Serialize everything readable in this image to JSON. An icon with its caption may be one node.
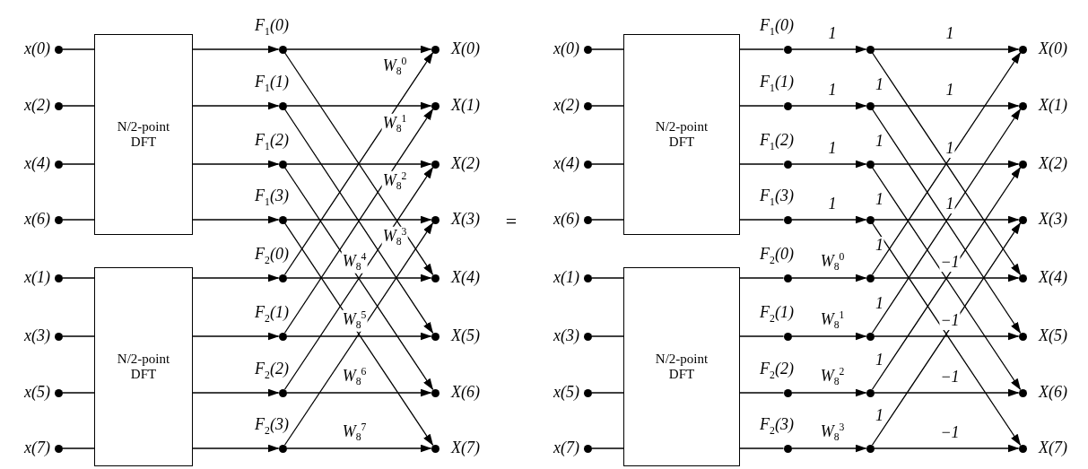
{
  "diagram": {
    "nodes": [
      {
        "text": [
          "x(0)"
        ]
      },
      {
        "text": [
          "x(2)"
        ]
      },
      {
        "text": [
          "x(4)"
        ]
      },
      {
        "text": [
          "x(6)"
        ]
      },
      {
        "text": [
          "x(1)"
        ]
      },
      {
        "text": [
          "x(3)"
        ]
      },
      {
        "text": [
          "x(5)"
        ]
      },
      {
        "text": [
          "x(7)"
        ]
      },
      {
        "text": [
          "N/2-point DFT"
        ]
      },
      {
        "text": [
          "N/2-point DFT"
        ]
      },
      {
        "text": [
          "F$_{1}$(0)"
        ]
      },
      {
        "text": [
          "F$_{1}$(1)"
        ]
      },
      {
        "text": [
          "F$_{1}$(2)"
        ]
      },
      {
        "text": [
          "F$_{1}$(3)"
        ]
      },
      {
        "text": [
          "F$_{2}$(0)"
        ]
      },
      {
        "text": [
          "F$_{2}$(1)"
        ]
      },
      {
        "text": [
          "F$_{2}$(2)"
        ]
      },
      {
        "text": [
          "F$_{2}$(3)"
        ]
      },
      {
        "text": [
          "X(0)"
        ]
      },
      {
        "text": [
          "X(1)"
        ]
      },
      {
        "text": [
          "X(2)"
        ]
      },
      {
        "text": [
          "X(3)"
        ]
      },
      {
        "text": [
          "X(4)"
        ]
      },
      {
        "text": [
          "X(5)"
        ]
      },
      {
        "text": [
          "X(6)"
        ]
      },
      {
        "text": [
          "X(7)"
        ]
      },
      {
        "text": [
          "x(0)"
        ]
      },
      {
        "text": [
          "x(2)"
        ]
      },
      {
        "text": [
          "x(4)"
        ]
      },
      {
        "text": [
          "x(6)"
        ]
      },
      {
        "text": [
          "x(1)"
        ]
      },
      {
        "text": [
          "x(3)"
        ]
      },
      {
        "text": [
          "x(5)"
        ]
      },
      {
        "text": [
          "x(7)"
        ]
      },
      {
        "text": [
          "N/2-point DFT"
        ]
      },
      {
        "text": [
          "N/2-point DFT"
        ]
      },
      {
        "text": [
          "F$_{1}$(0)"
        ]
      },
      {
        "text": [
          "F$_{1}$(1)"
        ]
      },
      {
        "text": [
          "F$_{1}$(2)"
        ]
      },
      {
        "text": [
          "F$_{1}$(3)"
        ]
      },
      {
        "text": [
          "F$_{2}$(0)"
        ]
      },
      {
        "text": [
          "F$_{2}$(1)"
        ]
      },
      {
        "text": [
          "F$_{2}$(2)"
        ]
      },
      {
        "text": [
          "F$_{2}$(3)"
        ]
      },
      {
        "text": [],
        "shape": "circle"
      },
      {
        "text": [],
        "shape": "circle"
      },
      {
        "text": [],
        "shape": "circle"
      },
      {
        "text": [],
        "shape": "circle"
      },
      {
        "text": [],
        "shape": "circle"
      },
      {
        "text": [],
        "shape": "circle"
      },
      {
        "text": [],
        "shape": "circle"
      },
      {
        "text": [],
        "shape": "circle"
      },
      {
        "text": [
          "X(0)"
        ]
      },
      {
        "text": [
          "X(1)"
        ]
      },
      {
        "text": [
          "X(2)"
        ]
      },
      {
        "text": [
          "X(3)"
        ]
      },
      {
        "text": [
          "X(4)"
        ]
      },
      {
        "text": [
          "X(5)"
        ]
      },
      {
        "text": [
          "X(6)"
        ]
      },
      {
        "text": [
          "X(7)"
        ]
      }
    ],
    "edges": [
      {
        "from": 0,
        "to": 8,
        "arrow": "none"
      },
      {
        "from": 1,
        "to": 8,
        "arrow": "none"
      },
      {
        "from": 2,
        "to": 8,
        "arrow": "none"
      },
      {
        "from": 3,
        "to": 8,
        "arrow": "none"
      },
      {
        "from": 4,
        "to": 9,
        "arrow": "none"
      },
      {
        "from": 5,
        "to": 9,
        "arrow": "none"
      },
      {
        "from": 6,
        "to": 9,
        "arrow": "none"
      },
      {
        "from": 7,
        "to": 9,
        "arrow": "none"
      },
      {
        "from": 8,
        "to": 10,
        "arrow": "to"
      },
      {
        "from": 8,
        "to": 11,
        "arrow": "to"
      },
      {
        "from": 8,
        "to": 12,
        "arrow": "to"
      },
      {
        "from": 8,
        "to": 13,
        "arrow": "to"
      },
      {
        "from": 9,
        "to": 14,
        "arrow": "to"
      },
      {
        "from": 9,
        "to": 15,
        "arrow": "to"
      },
      {
        "from": 9,
        "to": 16,
        "arrow": "to"
      },
      {
        "from": 9,
        "to": 17,
        "arrow": "to"
      },
      {
        "from": 10,
        "to": 18,
        "arrow": "to"
      },
      {
        "from": 10,
        "to": 22,
        "arrow": "to"
      },
      {
        "from": 14,
        "to": 18,
        "arrow": "to",
        "label": "W$_{8}$$^{0}$"
      },
      {
        "from": 14,
        "to": 22,
        "arrow": "to",
        "label": "W$_{8}$$^{4}$"
      },
      {
        "from": 11,
        "to": 19,
        "arrow": "to"
      },
      {
        "from": 11,
        "to": 23,
        "arrow": "to"
      },
      {
        "from": 15,
        "to": 19,
        "arrow": "to",
        "label": "W$_{8}$$^{1}$"
      },
      {
        "from": 15,
        "to": 23,
        "arrow": "to",
        "label": "W$_{8}$$^{5}$"
      },
      {
        "from": 12,
        "to": 20,
        "arrow": "to"
      },
      {
        "from": 12,
        "to": 24,
        "arrow": "to"
      },
      {
        "from": 16,
        "to": 20,
        "arrow": "to",
        "label": "W$_{8}$$^{2}$"
      },
      {
        "from": 16,
        "to": 24,
        "arrow": "to",
        "label": "W$_{8}$$^{6}$"
      },
      {
        "from": 13,
        "to": 21,
        "arrow": "to"
      },
      {
        "from": 13,
        "to": 25,
        "arrow": "to"
      },
      {
        "from": 17,
        "to": 21,
        "arrow": "to",
        "label": "W$_{8}$$^{3}$"
      },
      {
        "from": 17,
        "to": 25,
        "arrow": "to",
        "label": "W$_{8}$$^{7}$"
      },
      {
        "from": 26,
        "to": 34,
        "arrow": "none"
      },
      {
        "from": 27,
        "to": 34,
        "arrow": "none"
      },
      {
        "from": 28,
        "to": 34,
        "arrow": "none"
      },
      {
        "from": 29,
        "to": 34,
        "arrow": "none"
      },
      {
        "from": 30,
        "to": 35,
        "arrow": "none"
      },
      {
        "from": 31,
        "to": 35,
        "arrow": "none"
      },
      {
        "from": 32,
        "to": 35,
        "arrow": "none"
      },
      {
        "from": 33,
        "to": 35,
        "arrow": "none"
      },
      {
        "from": 34,
        "to": 36,
        "arrow": "none"
      },
      {
        "from": 34,
        "to": 37,
        "arrow": "none"
      },
      {
        "from": 34,
        "to": 38,
        "arrow": "none"
      },
      {
        "from": 34,
        "to": 39,
        "arrow": "none"
      },
      {
        "from": 35,
        "to": 40,
        "arrow": "none"
      },
      {
        "from": 35,
        "to": 41,
        "arrow": "none"
      },
      {
        "from": 35,
        "to": 42,
        "arrow": "none"
      },
      {
        "from": 35,
        "to": 43,
        "arrow": "none"
      },
      {
        "from": 36,
        "to": 44,
        "arrow": "to",
        "label": "1"
      },
      {
        "from": 37,
        "to": 45,
        "arrow": "to",
        "label": "1"
      },
      {
        "from": 38,
        "to": 46,
        "arrow": "to",
        "label": "1"
      },
      {
        "from": 39,
        "to": 47,
        "arrow": "to",
        "label": "1"
      },
      {
        "from": 40,
        "to": 48,
        "arrow": "to",
        "label": "W$_{8}$$^{0}$"
      },
      {
        "from": 41,
        "to": 49,
        "arrow": "to",
        "label": "W$_{8}$$^{1}$"
      },
      {
        "from": 42,
        "to": 50,
        "arrow": "to",
        "label": "W$_{8}$$^{2}$"
      },
      {
        "from": 43,
        "to": 51,
        "arrow": "to",
        "label": "W$_{8}$$^{3}$"
      },
      {
        "from": 44,
        "to": 52,
        "arrow": "to",
        "label": "1"
      },
      {
        "from": 44,
        "to": 56,
        "arrow": "to",
        "label": "1"
      },
      {
        "from": 48,
        "to": 52,
        "arrow": "to",
        "label": "1"
      },
      {
        "from": 48,
        "to": 56,
        "arrow": "to",
        "label": "−1"
      },
      {
        "from": 45,
        "to": 53,
        "arrow": "to",
        "label": "1"
      },
      {
        "from": 45,
        "to": 57,
        "arrow": "to",
        "label": "1"
      },
      {
        "from": 49,
        "to": 53,
        "arrow": "to",
        "label": "1"
      },
      {
        "from": 49,
        "to": 57,
        "arrow": "to",
        "label": "−1"
      },
      {
        "from": 46,
        "to": 54,
        "arrow": "to",
        "label": "1"
      },
      {
        "from": 46,
        "to": 58,
        "arrow": "to",
        "label": "1"
      },
      {
        "from": 50,
        "to": 54,
        "arrow": "to",
        "label": "1"
      },
      {
        "from": 50,
        "to": 58,
        "arrow": "to",
        "label": "−1"
      },
      {
        "from": 47,
        "to": 55,
        "arrow": "to",
        "label": "1"
      },
      {
        "from": 47,
        "to": 59,
        "arrow": "to"
      },
      {
        "from": 51,
        "to": 55,
        "arrow": "to",
        "label": "1"
      },
      {
        "from": 51,
        "to": 59,
        "arrow": "to",
        "label": "−1"
      }
    ],
    "labels": [
      "="
    ]
  }
}
